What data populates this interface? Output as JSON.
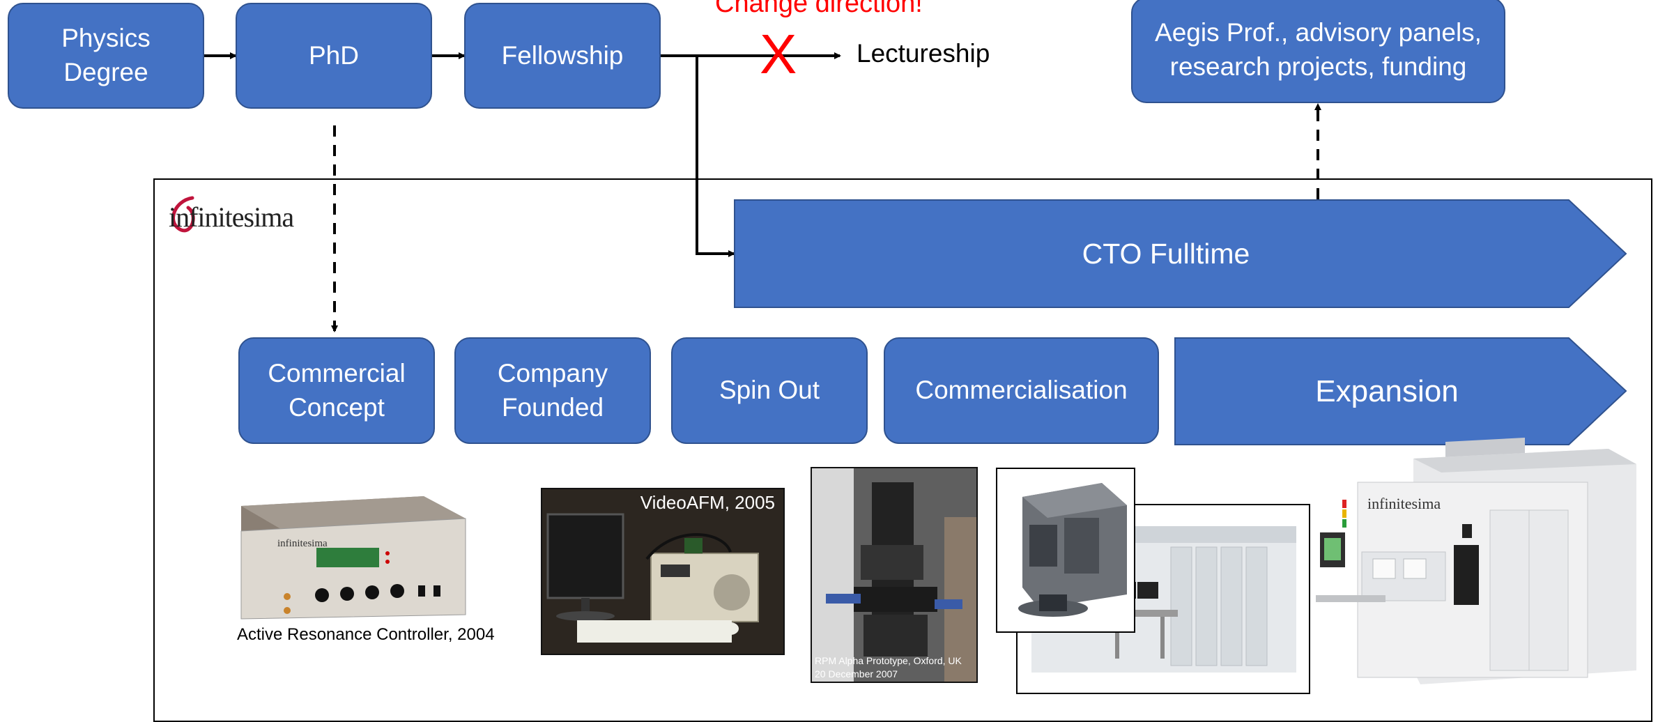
{
  "career": {
    "physics_degree": "Physics\nDegree",
    "phd": "PhD",
    "fellowship": "Fellowship",
    "change_direction": "Change direction!",
    "x_mark": "X",
    "lectureship": "Lectureship",
    "aegis": "Aegis Prof., advisory panels,\nresearch projects, funding"
  },
  "company": {
    "logo_text": "infinitesima",
    "cto": "CTO Fulltime",
    "stages": [
      "Commercial\nConcept",
      "Company\nFounded",
      "Spin Out",
      "Commercialisation",
      "Expansion"
    ]
  },
  "products": {
    "arc_caption": "Active Resonance Controller, 2004",
    "videoafm_caption": "VideoAFM, 2005",
    "rpm_caption_line1": "RPM Alpha Prototype, Oxford, UK",
    "rpm_caption_line2": "20 December 2007",
    "tool_logo": "infinitesima"
  },
  "colors": {
    "box_fill": "#4472C4",
    "box_border": "#2F528F",
    "alert_red": "#FF0000",
    "logo_red": "#C0143C"
  }
}
